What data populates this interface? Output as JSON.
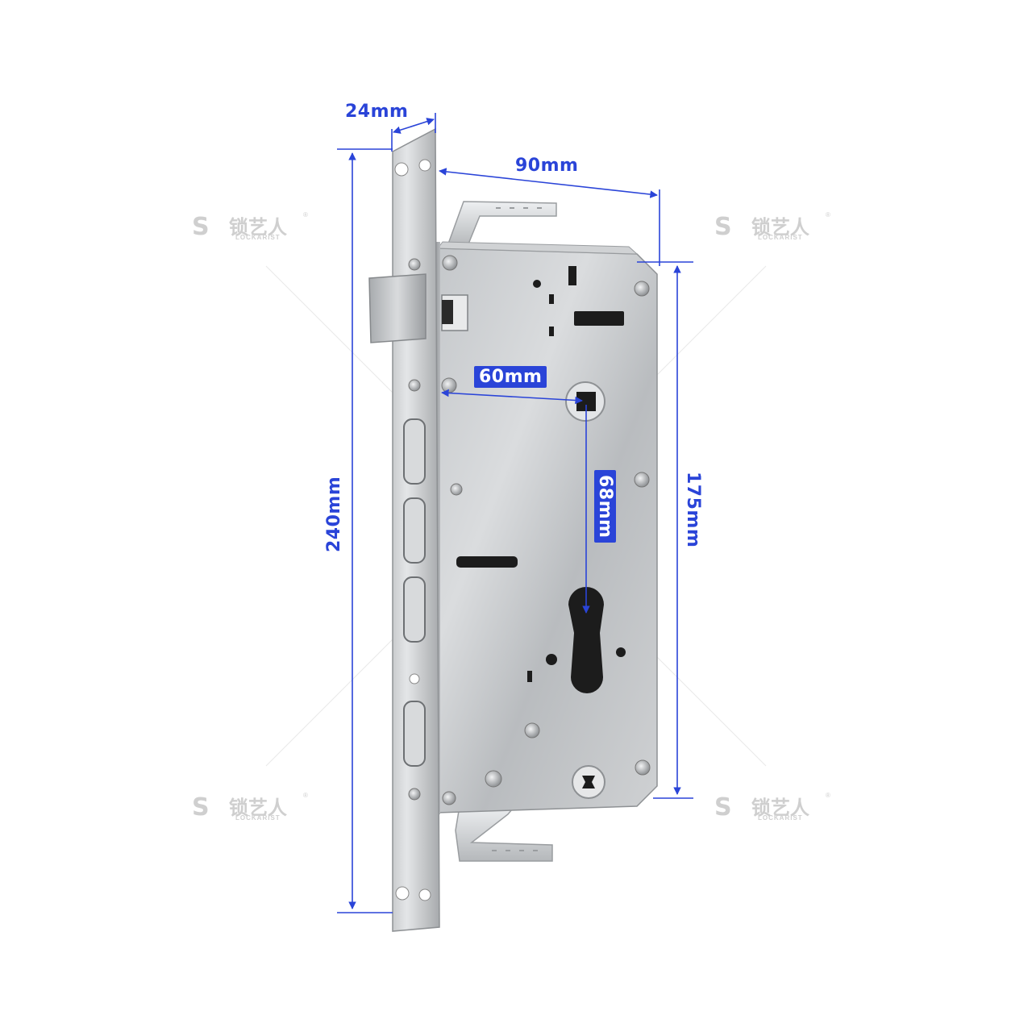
{
  "dimensions": {
    "faceplate_width": "24mm",
    "case_depth": "90mm",
    "backset": "60mm",
    "center_distance": "68mm",
    "faceplate_length": "240mm",
    "case_height": "175mm"
  },
  "watermark": {
    "brand_cn": "锁艺人",
    "brand_en": "LOCKARIST",
    "reg_mark": "®"
  },
  "colors": {
    "dimension_blue": "#2a44d8",
    "steel_light": "#d6d8da",
    "steel_dark": "#8e9194",
    "watermark_gray": "#cfcfcf"
  }
}
